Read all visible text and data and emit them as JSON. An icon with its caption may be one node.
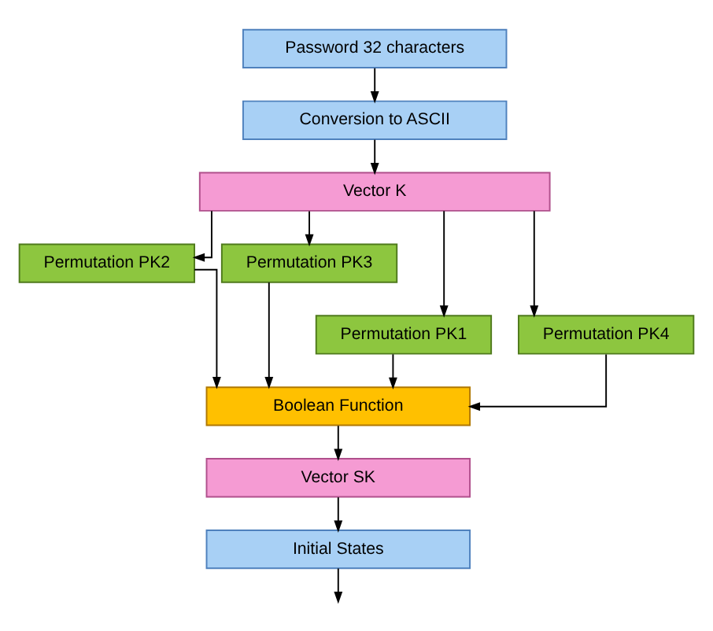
{
  "diagram": {
    "nodes": [
      {
        "text": [
          "Password 32 characters"
        ]
      },
      {
        "text": [
          "Conversion to ASCII"
        ]
      },
      {
        "text": [
          "Vector K"
        ]
      },
      {
        "text": [
          "Permutation PK2"
        ]
      },
      {
        "text": [
          "Permutation PK3"
        ]
      },
      {
        "text": [
          "Permutation PK1"
        ]
      },
      {
        "text": [
          "Permutation PK4"
        ]
      },
      {
        "text": [
          "Boolean Function"
        ]
      },
      {
        "text": [
          "Vector SK"
        ]
      },
      {
        "text": [
          "Initial States"
        ]
      }
    ],
    "edges": [
      {
        "from": 0,
        "to": 1,
        "arrow": "to"
      },
      {
        "from": 1,
        "to": 2,
        "arrow": "to"
      },
      {
        "from": 2,
        "to": 5,
        "arrow": "to"
      },
      {
        "from": 2,
        "to": 3,
        "arrow": "to"
      },
      {
        "from": 2,
        "to": 4,
        "arrow": "to"
      },
      {
        "from": 2,
        "to": 6,
        "arrow": "to"
      },
      {
        "from": 5,
        "to": 7,
        "arrow": "to"
      },
      {
        "from": 3,
        "to": 7,
        "arrow": "to"
      },
      {
        "from": 4,
        "to": 7,
        "arrow": "to"
      },
      {
        "from": 6,
        "to": 7,
        "arrow": "to"
      },
      {
        "from": 7,
        "to": 8,
        "arrow": "to"
      },
      {
        "from": 8,
        "to": 9,
        "arrow": "to"
      },
      {
        "from": 9,
        "to": null,
        "arrow": "to"
      }
    ]
  }
}
